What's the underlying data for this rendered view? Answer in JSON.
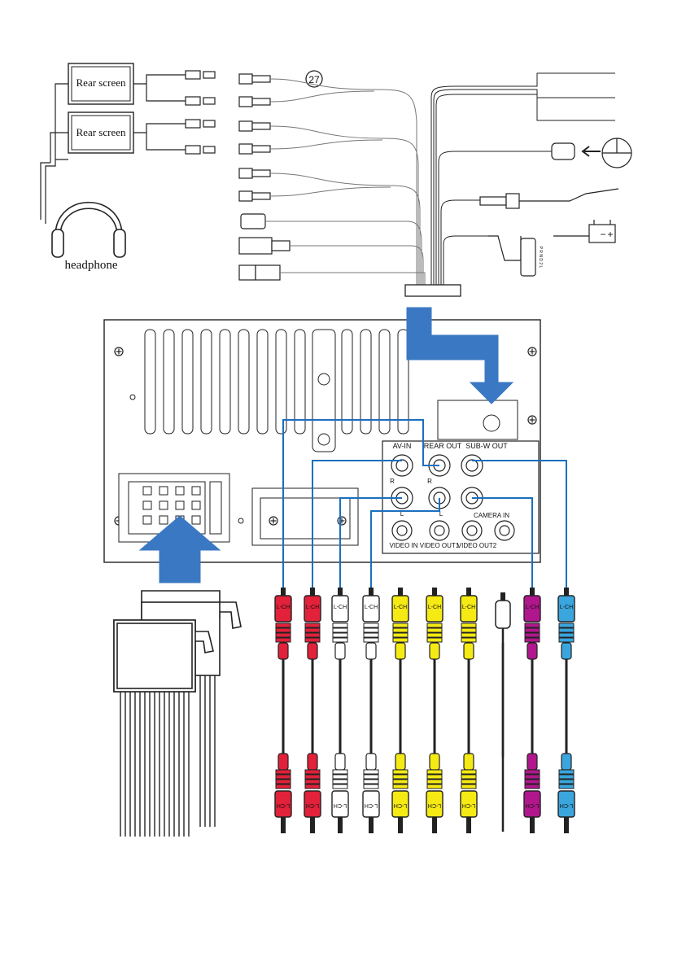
{
  "labels": {
    "rear_screen_1": "Rear screen",
    "rear_screen_2": "Rear screen",
    "headphone": "headphone",
    "callout_number": "27",
    "av_in": "AV-IN",
    "rear_out": "REAR OUT",
    "sub_w_out": "SUB-W OUT",
    "camera_in": "CAMERA IN",
    "video_in": "VIDEO IN",
    "video_out1": "VIDEO OUT1",
    "video_out2": "VIDEO OUT2",
    "r_mark": "R",
    "l_mark": "L",
    "gear_letters": "P R N D 2 L",
    "battery_minus": "−",
    "battery_plus": "+"
  },
  "rca_cables": [
    {
      "label": "L-CH",
      "color": "#e2213a"
    },
    {
      "label": "L-CH",
      "color": "#e2213a"
    },
    {
      "label": "L-CH",
      "color": "#ffffff"
    },
    {
      "label": "L-CH",
      "color": "#ffffff"
    },
    {
      "label": "L-CH",
      "color": "#f5ea14"
    },
    {
      "label": "L-CH",
      "color": "#f5ea14"
    },
    {
      "label": "L-CH",
      "color": "#f5ea14"
    },
    {
      "label": "",
      "color": "#ffffff"
    },
    {
      "label": "L-CH",
      "color": "#b0178c"
    },
    {
      "label": "L-CH",
      "color": "#3aa6dd"
    }
  ],
  "colors": {
    "arrow": "#3a78c3",
    "wire": "#1a6fc0",
    "outline": "#222222"
  }
}
